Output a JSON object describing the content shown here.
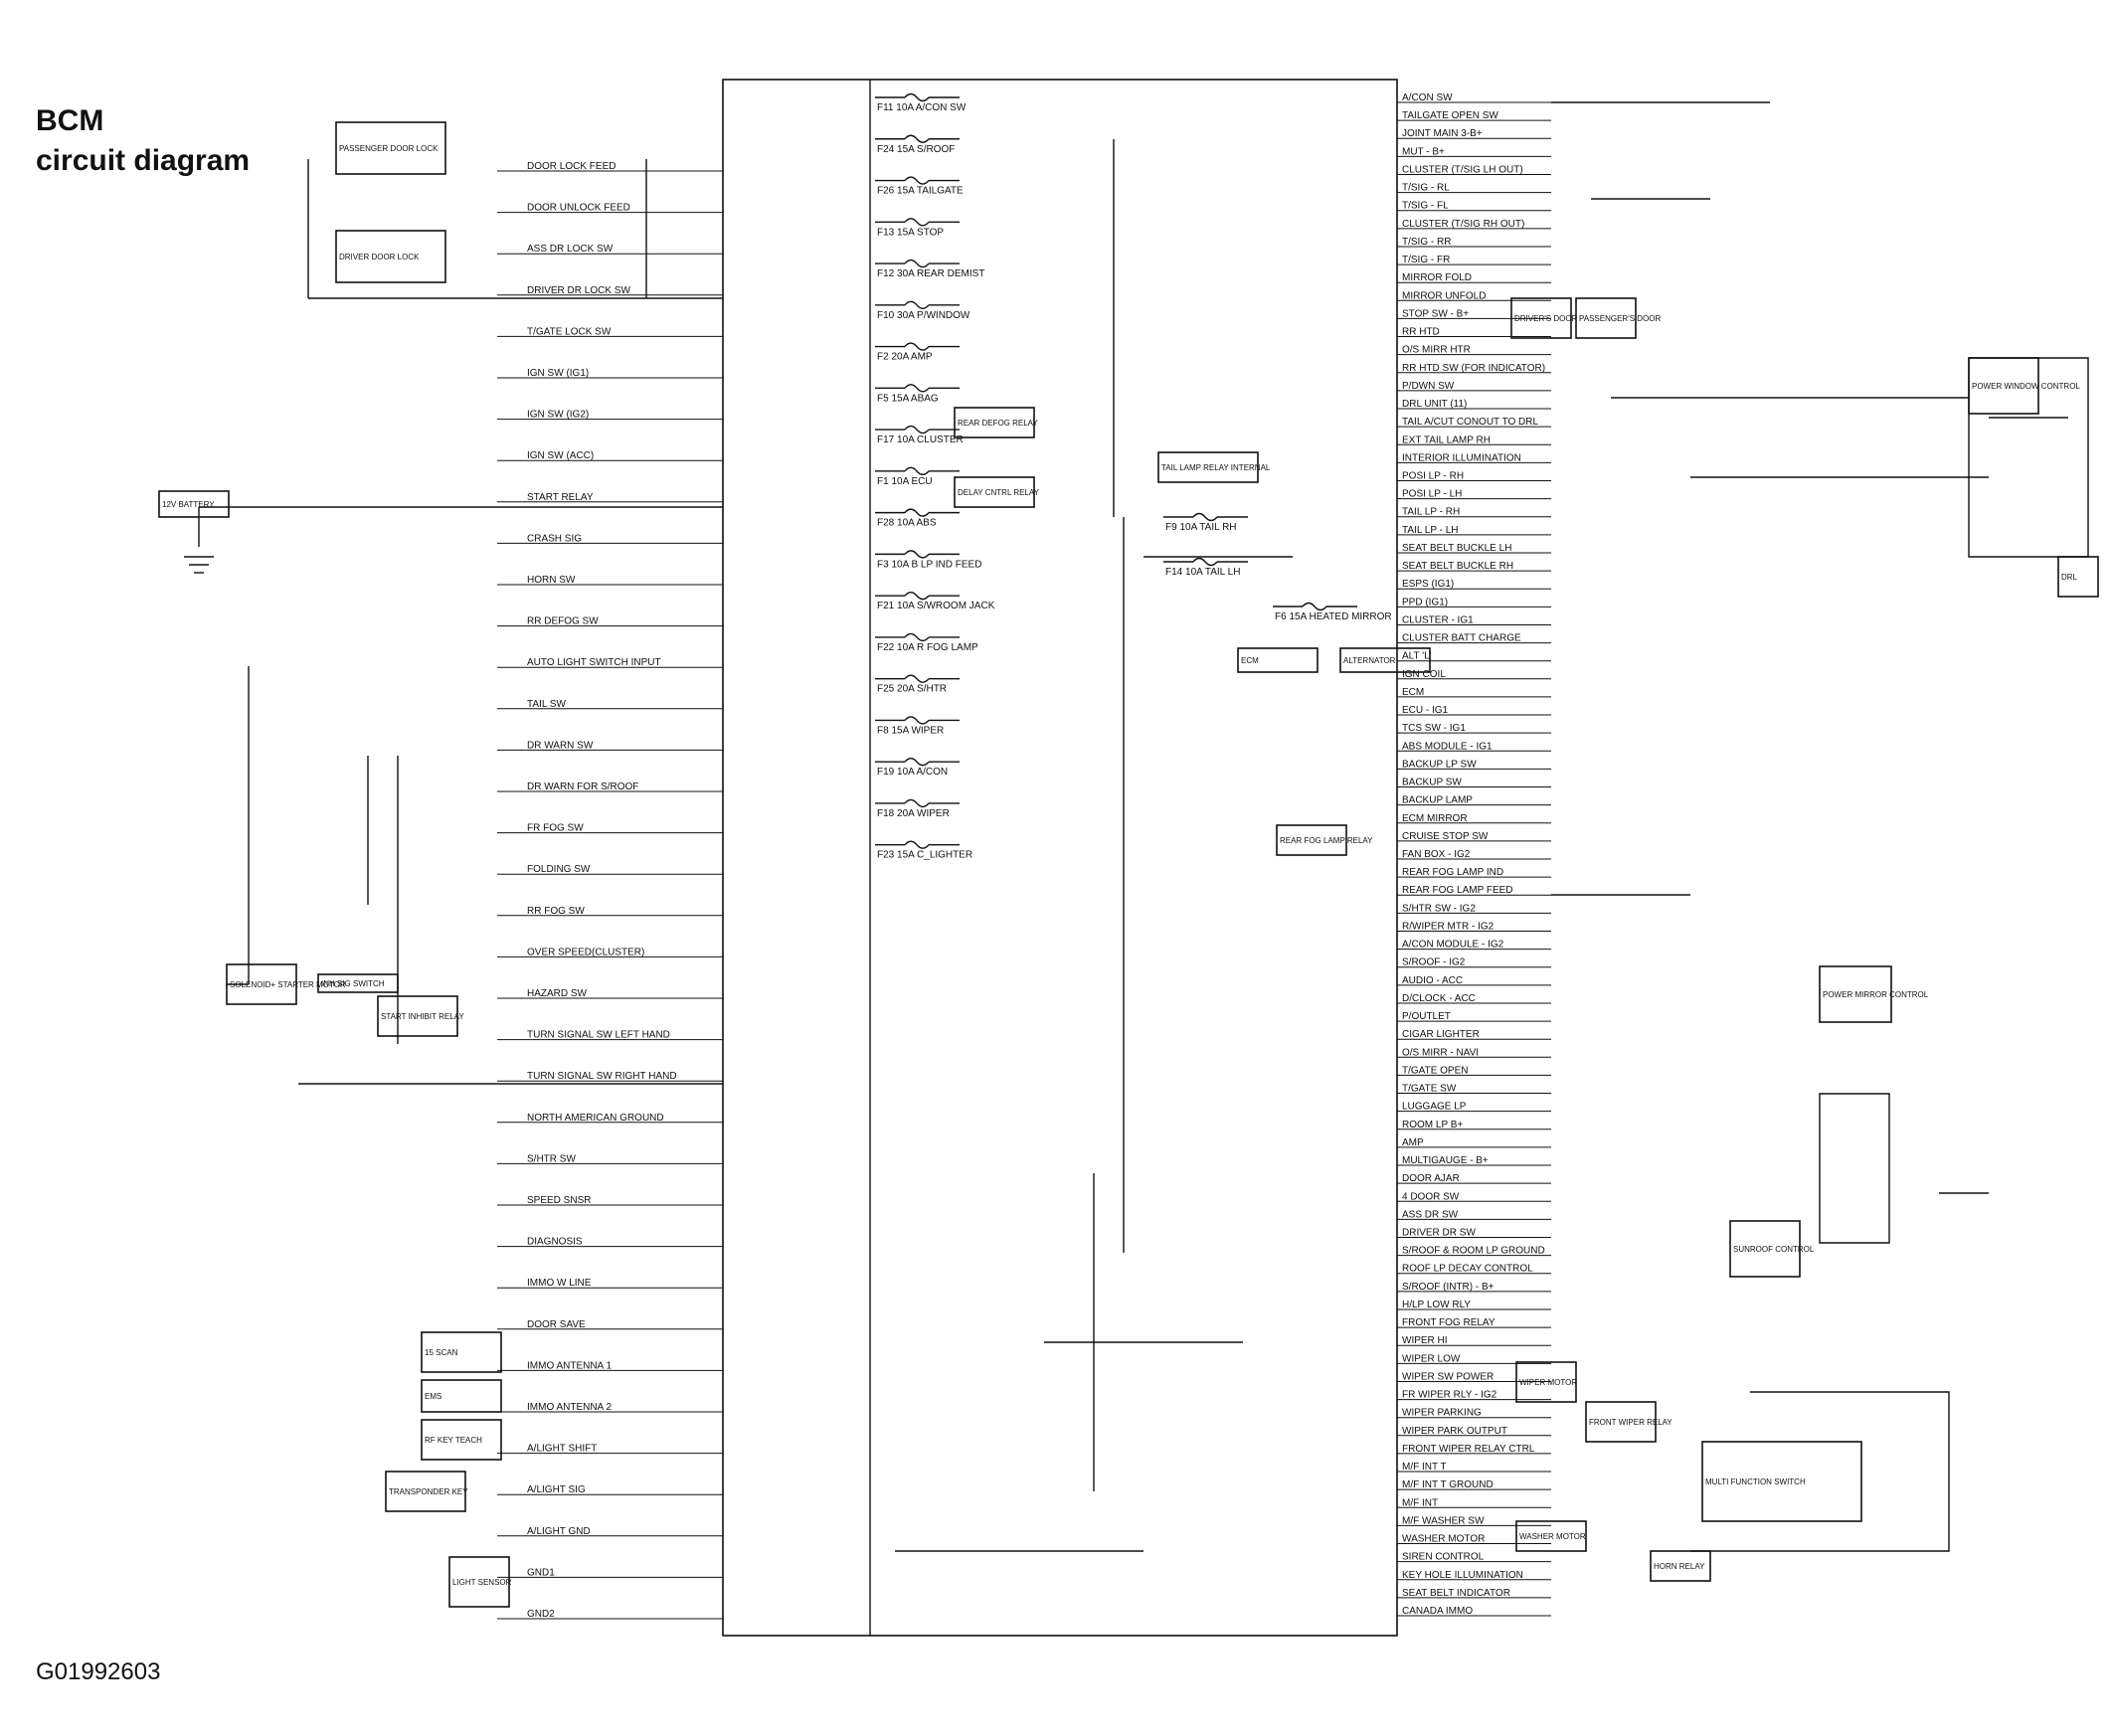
{
  "title": {
    "line1": "BCM",
    "line2": "circuit diagram"
  },
  "figure_id": "G01992603",
  "fuses": [
    "F11 10A A/CON SW",
    "F24 15A S/ROOF",
    "F26 15A TAILGATE",
    "F13 15A STOP",
    "F12 30A REAR DEMIST",
    "F10 30A P/WINDOW",
    "F2 20A AMP",
    "F5 15A ABAG",
    "F17 10A CLUSTER",
    "F1 10A ECU",
    "F28 10A ABS",
    "F3 10A B LP IND FEED",
    "F21 10A S/WROOM JACK",
    "F22 10A R FOG LAMP",
    "F25 20A S/HTR",
    "F8 15A WIPER",
    "F19 10A A/CON",
    "F18 20A WIPER",
    "F23 15A C_LIGHTER",
    "F9 10A TAIL RH",
    "F14 10A TAIL LH",
    "F6 15A HEATED MIRROR"
  ],
  "right_signals": [
    "A/CON SW",
    "TAILGATE OPEN SW",
    "JOINT MAIN 3-B+",
    "MUT - B+",
    "CLUSTER (T/SIG LH OUT)",
    "T/SIG - RL",
    "T/SIG - FL",
    "CLUSTER (T/SIG RH OUT)",
    "T/SIG - RR",
    "T/SIG - FR",
    "MIRROR FOLD",
    "MIRROR UNFOLD",
    "STOP SW - B+",
    "RR HTD",
    "O/S MIRR HTR",
    "RR HTD SW (FOR INDICATOR)",
    "P/DWN SW",
    "DRL UNIT (11)",
    "TAIL A/CUT CONOUT TO DRL",
    "EXT TAIL LAMP RH",
    "INTERIOR ILLUMINATION",
    "POSI LP - RH",
    "POSI LP - LH",
    "TAIL LP - RH",
    "TAIL LP - LH",
    "SEAT BELT BUCKLE LH",
    "SEAT BELT BUCKLE RH",
    "ESPS (IG1)",
    "PPD (IG1)",
    "CLUSTER - IG1",
    "CLUSTER BATT CHARGE",
    "ALT 'L'",
    "IGN COIL",
    "ECM",
    "ECU - IG1",
    "TCS SW - IG1",
    "ABS MODULE - IG1",
    "BACKUP LP SW",
    "BACKUP SW",
    "BACKUP LAMP",
    "ECM MIRROR",
    "CRUISE STOP SW",
    "FAN BOX - IG2",
    "REAR FOG LAMP IND",
    "REAR FOG LAMP FEED",
    "S/HTR SW - IG2",
    "R/WIPER MTR - IG2",
    "A/CON MODULE - IG2",
    "S/ROOF - IG2",
    "AUDIO - ACC",
    "D/CLOCK - ACC",
    "P/OUTLET",
    "CIGAR LIGHTER",
    "O/S MIRR - NAVI",
    "T/GATE OPEN",
    "T/GATE SW",
    "LUGGAGE LP",
    "ROOM LP B+",
    "AMP",
    "MULTIGAUGE - B+",
    "DOOR AJAR",
    "4 DOOR SW",
    "ASS DR SW",
    "DRIVER DR SW",
    "S/ROOF & ROOM LP GROUND",
    "ROOF LP DECAY CONTROL",
    "S/ROOF (INTR) - B+",
    "H/LP LOW RLY",
    "FRONT FOG RELAY",
    "WIPER HI",
    "WIPER LOW",
    "WIPER SW POWER",
    "FR WIPER RLY - IG2",
    "WIPER PARKING",
    "WIPER PARK OUTPUT",
    "FRONT WIPER RELAY CTRL",
    "M/F INT T",
    "M/F INT T GROUND",
    "M/F INT",
    "M/F WASHER SW",
    "WASHER MOTOR",
    "SIREN CONTROL",
    "KEY HOLE ILLUMINATION",
    "SEAT BELT INDICATOR",
    "CANADA IMMO"
  ],
  "left_signals": [
    "DOOR LOCK FEED",
    "DOOR UNLOCK FEED",
    "ASS DR LOCK SW",
    "DRIVER DR LOCK SW",
    "T/GATE LOCK SW",
    "IGN SW (IG1)",
    "IGN SW (IG2)",
    "IGN SW (ACC)",
    "START RELAY",
    "CRASH SIG",
    "HORN SW",
    "RR DEFOG SW",
    "AUTO LIGHT SWITCH INPUT",
    "TAIL SW",
    "DR WARN SW",
    "DR WARN FOR S/ROOF",
    "FR FOG SW",
    "FOLDING SW",
    "RR FOG SW",
    "OVER SPEED(CLUSTER)",
    "HAZARD SW",
    "TURN SIGNAL SW LEFT HAND",
    "TURN SIGNAL SW RIGHT HAND",
    "NORTH AMERICAN GROUND",
    "S/HTR SW",
    "SPEED SNSR",
    "DIAGNOSIS",
    "IMMO W LINE",
    "DOOR SAVE",
    "IMMO ANTENNA 1",
    "IMMO ANTENNA 2",
    "A/LIGHT SHIFT",
    "A/LIGHT SIG",
    "A/LIGHT GND",
    "GND1",
    "GND2"
  ],
  "modules": [
    "PASSENGER DOOR LOCK",
    "DRIVER DOOR LOCK",
    "12V BATTERY",
    "SOLENOID+ STARTER MOTOR",
    "START INHIBIT RELAY",
    "INH SIG SWITCH",
    "15 SCAN",
    "EMS",
    "RF KEY TEACH",
    "TRANSPONDER KEY",
    "LIGHT SENSOR",
    "POWER WINDOW CONTROL",
    "DRL",
    "POWER MIRROR CONTROL",
    "SUNROOF CONTROL",
    "WIPER MOTOR",
    "FRONT WIPER RELAY",
    "WASHER MOTOR",
    "MULTI FUNCTION SWITCH",
    "HORN RELAY",
    "DRIVER'S DOOR",
    "PASSENGER'S DOOR",
    "TAIL LAMP RELAY INTERNAL",
    "REAR DEFOG RELAY",
    "DELAY CNTRL RELAY",
    "REAR FOG LAMP RELAY",
    "ECM",
    "ALTERNATOR"
  ]
}
